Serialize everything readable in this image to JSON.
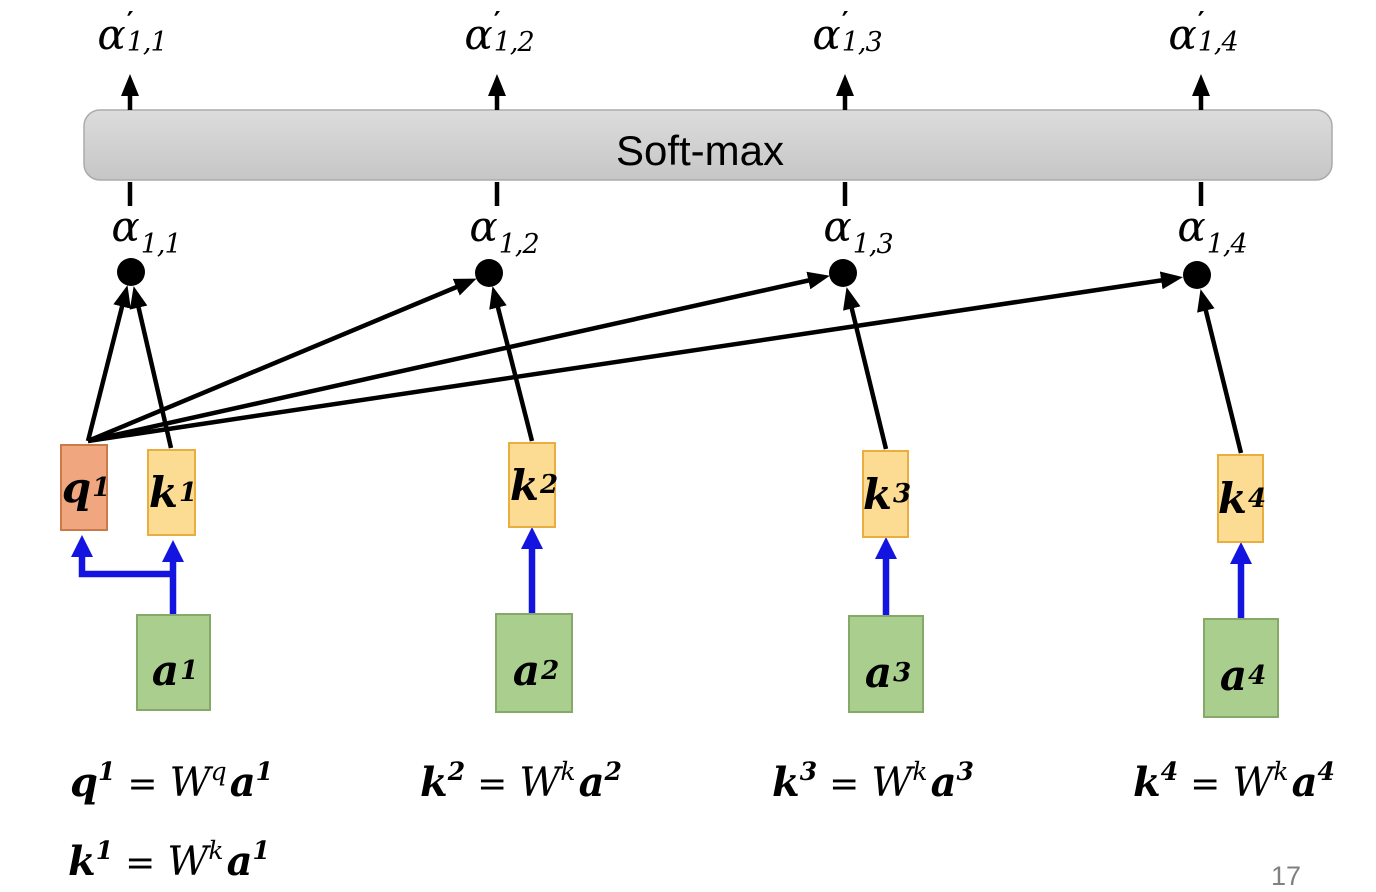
{
  "softmax": {
    "label": "Soft-max"
  },
  "page_number": "17",
  "q_label": {
    "base": "q",
    "sup": "1"
  },
  "columns": [
    {
      "top_label": {
        "base": "α",
        "prime": "′",
        "sub": "1,1"
      },
      "score_label": {
        "base": "α",
        "sub": "1,1"
      },
      "k_label": {
        "base": "k",
        "sup": "1"
      },
      "a_label": {
        "base": "a",
        "sup": "1"
      }
    },
    {
      "top_label": {
        "base": "α",
        "prime": "′",
        "sub": "1,2"
      },
      "score_label": {
        "base": "α",
        "sub": "1,2"
      },
      "k_label": {
        "base": "k",
        "sup": "2"
      },
      "a_label": {
        "base": "a",
        "sup": "2"
      }
    },
    {
      "top_label": {
        "base": "α",
        "prime": "′",
        "sub": "1,3"
      },
      "score_label": {
        "base": "α",
        "sub": "1,3"
      },
      "k_label": {
        "base": "k",
        "sup": "3"
      },
      "a_label": {
        "base": "a",
        "sup": "3"
      }
    },
    {
      "top_label": {
        "base": "α",
        "prime": "′",
        "sub": "1,4"
      },
      "score_label": {
        "base": "α",
        "sub": "1,4"
      },
      "k_label": {
        "base": "k",
        "sup": "4"
      },
      "a_label": {
        "base": "a",
        "sup": "4"
      }
    }
  ],
  "equations": [
    {
      "lhs": "q",
      "lhs_sup": "1",
      "eq": "=",
      "w": "W",
      "w_sup": "q",
      "rhs": "a",
      "rhs_sup": "1"
    },
    {
      "lhs": "k",
      "lhs_sup": "2",
      "eq": "=",
      "w": "W",
      "w_sup": "k",
      "rhs": "a",
      "rhs_sup": "2"
    },
    {
      "lhs": "k",
      "lhs_sup": "3",
      "eq": "=",
      "w": "W",
      "w_sup": "k",
      "rhs": "a",
      "rhs_sup": "3"
    },
    {
      "lhs": "k",
      "lhs_sup": "4",
      "eq": "=",
      "w": "W",
      "w_sup": "k",
      "rhs": "a",
      "rhs_sup": "4"
    },
    {
      "lhs": "k",
      "lhs_sup": "1",
      "eq": "=",
      "w": "W",
      "w_sup": "k",
      "rhs": "a",
      "rhs_sup": "1"
    }
  ],
  "colors": {
    "q_fill": "#F0A77F",
    "q_stroke": "#C97A4B",
    "k_fill": "#FBDC92",
    "k_stroke": "#E9AE3F",
    "a_fill": "#A9CE8E",
    "a_stroke": "#86A869",
    "softmax_fill_top": "#DCDCDC",
    "softmax_fill_bottom": "#C6C6C6",
    "softmax_stroke": "#ABABAB",
    "connector_black": "#000000",
    "connector_blue": "#1414E1",
    "dot": "#000000",
    "page_number_gray": "#808080"
  }
}
